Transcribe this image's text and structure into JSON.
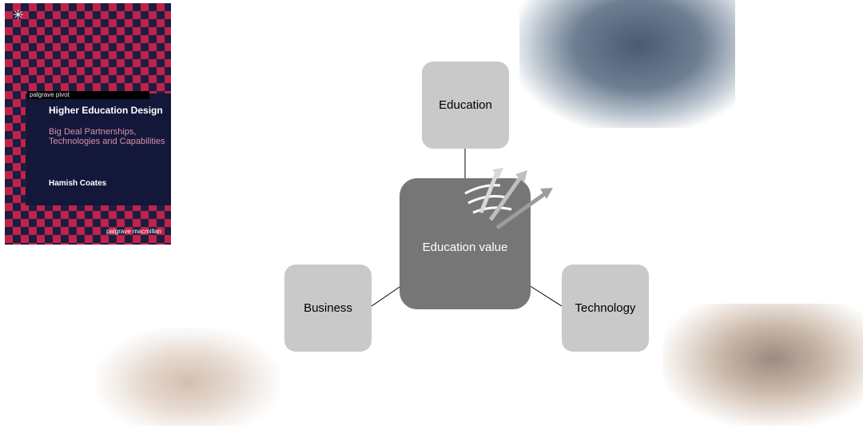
{
  "book": {
    "series": "palgrave pivot",
    "title": "Higher Education Design",
    "subtitle": "Big Deal Partnerships, Technologies and Capabilities",
    "author": "Hamish Coates",
    "publisher": "palgrave macmillan"
  },
  "diagram": {
    "center_label": "Education value",
    "top_label": "Education",
    "left_label": "Business",
    "right_label": "Technology"
  },
  "images": {
    "chalkboard": "chalkboard-math-photo",
    "handshake": "handshake-photo",
    "students": "students-vr-headsets-photo"
  }
}
